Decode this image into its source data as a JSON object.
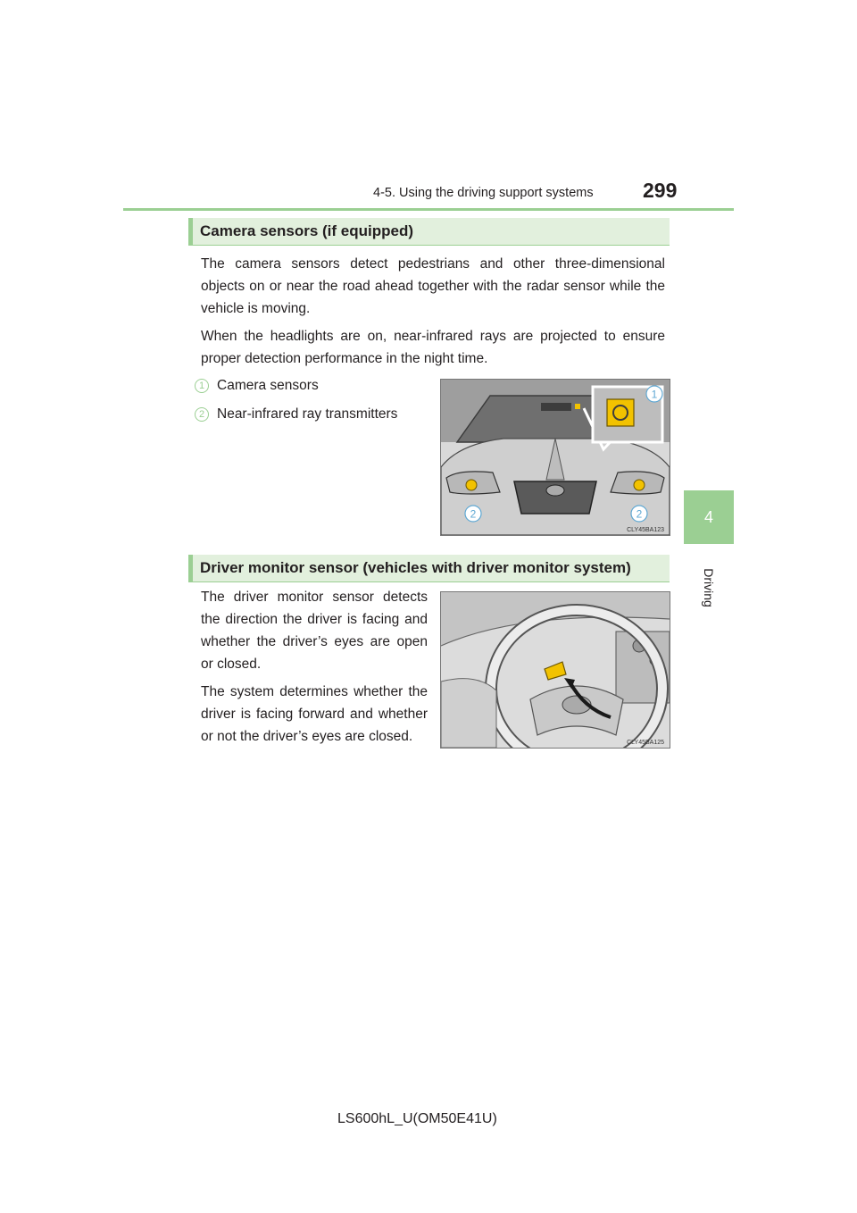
{
  "header": {
    "section_title": "4-5. Using the driving support systems",
    "page_number": "299"
  },
  "side_tab": {
    "chapter_number": "4",
    "chapter_label": "Driving"
  },
  "sections": {
    "camera": {
      "heading": "Camera sensors (if equipped)",
      "paragraphs": [
        "The camera sensors detect pedestrians and other three-dimensional objects on or near the road ahead together with the radar sensor while the vehicle is moving.",
        "When the headlights are on, near-infrared rays are projected to ensure proper detection performance in the night time."
      ],
      "items": [
        {
          "number": "1",
          "label": "Camera sensors"
        },
        {
          "number": "2",
          "label": "Near-infrared ray transmitters"
        }
      ],
      "figure_code": "CLY45BA123",
      "figure_callouts": [
        "1",
        "2",
        "2"
      ]
    },
    "driver_monitor": {
      "heading": "Driver monitor sensor (vehicles with driver monitor system)",
      "paragraphs": [
        "The driver monitor sensor detects the direction the driver is facing and whether the driver’s eyes are open or closed.",
        "The system determines whether the driver is facing forward and whether or not the driver’s eyes are closed."
      ],
      "figure_code": "CLY45BA125"
    }
  },
  "footer": {
    "model_code": "LS600hL_U(OM50E41U)"
  },
  "colors": {
    "accent_green": "#9bcf93",
    "heading_fill": "#e2f0dd",
    "sensor_yellow": "#f2c200"
  }
}
